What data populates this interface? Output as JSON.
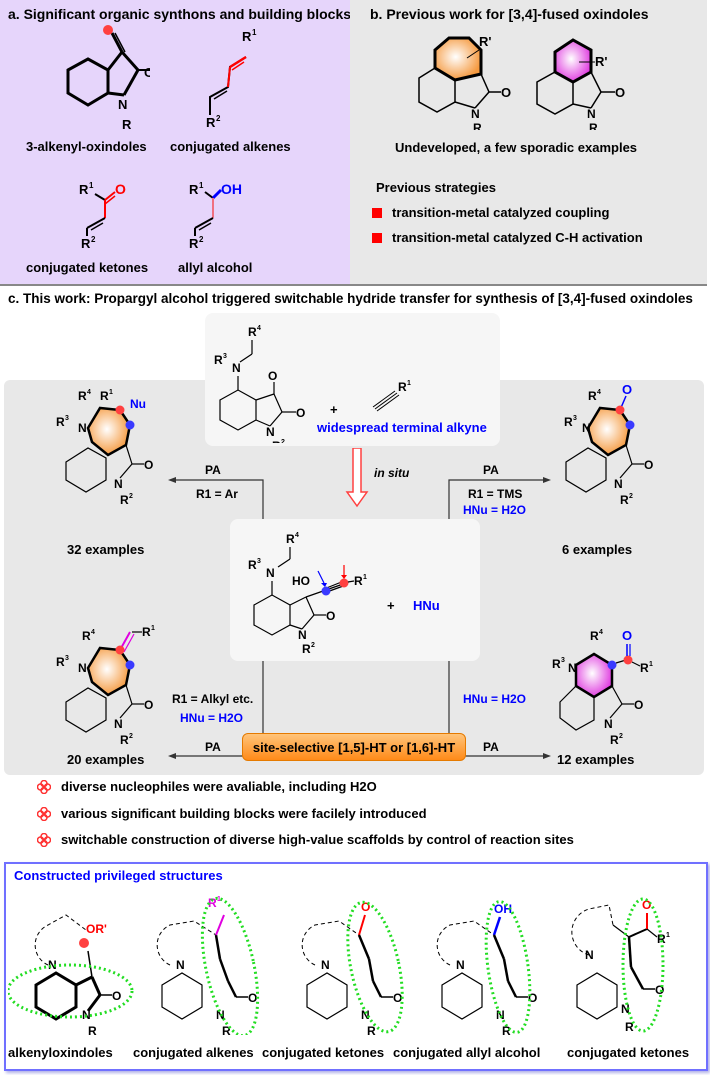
{
  "panel_a": {
    "title": "a. Significant organic synthons and building blocks",
    "items": [
      {
        "label": "3-alkenyl-oxindoles"
      },
      {
        "label": "conjugated alkenes"
      },
      {
        "label": "conjugated ketones"
      },
      {
        "label": "allyl alcohol"
      }
    ]
  },
  "panel_b": {
    "title": "b. Previous work for [3,4]-fused oxindoles",
    "caption": "Undeveloped, a few sporadic examples",
    "strategies_title": "Previous strategies",
    "strategies": [
      "transition-metal catalyzed coupling",
      "transition-metal catalyzed C-H activation"
    ]
  },
  "panel_c": {
    "title": "c. This work: Propargyl alcohol triggered switchable hydride transfer for synthesis of [3,4]-fused oxindoles",
    "reagent_label": "widespread terminal alkyne",
    "plus": "+",
    "in_situ": "in situ",
    "hnu": "HNu",
    "routes": {
      "top_left": {
        "catalyst": "PA",
        "condition1": "R1 = Ar",
        "condition2": "",
        "examples": "32 examples"
      },
      "top_right": {
        "catalyst": "PA",
        "condition1": "R1 = TMS",
        "condition2": "HNu = H2O",
        "examples": "6 examples"
      },
      "bottom_left": {
        "catalyst": "PA",
        "condition1": "R1 = Alkyl etc.",
        "condition2": "HNu = H2O",
        "examples": "20 examples"
      },
      "bottom_right": {
        "catalyst": "PA",
        "condition1": "",
        "condition2": "HNu = H2O",
        "examples": "12 examples"
      }
    },
    "badge": "site-selective [1,5]-HT or [1,6]-HT",
    "bullets": [
      "diverse nucleophiles were avaliable, including H2O",
      "various significant building blocks were facilely introduced",
      "switchable construction of diverse high-value scaffolds by control of reaction sites"
    ]
  },
  "privileged": {
    "title": "Constructed privileged structures",
    "items": [
      {
        "label": "alkenyloxindoles",
        "group": "OR'"
      },
      {
        "label": "conjugated alkenes",
        "group": "R1"
      },
      {
        "label": "conjugated ketones",
        "group": "O"
      },
      {
        "label": "conjugated allyl alcohol",
        "group": "OH"
      },
      {
        "label": "conjugated ketones",
        "group": "O, R1"
      }
    ]
  },
  "colors": {
    "panel_a_bg": "#e6d5fb",
    "panel_bg": "#e8e8e8",
    "orange_ring": "#f5a050",
    "magenta_ring": "#e040e0",
    "accent_blue": "#0000ff",
    "accent_red": "#ff0000",
    "highlight_green": "#22dd22"
  }
}
